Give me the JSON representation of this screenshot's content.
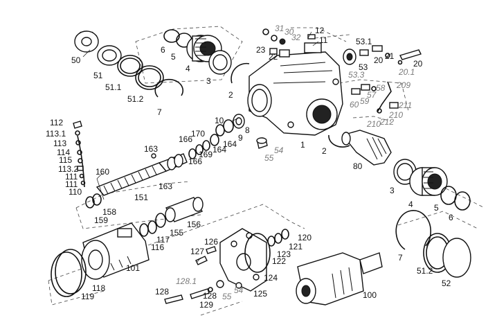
{
  "diagram": {
    "labels": [
      {
        "id": "l12",
        "text": "12",
        "style": "black"
      },
      {
        "id": "l11",
        "text": "11",
        "style": "black"
      },
      {
        "id": "l31",
        "text": "31",
        "style": "gray"
      },
      {
        "id": "l30",
        "text": "30",
        "style": "gray"
      },
      {
        "id": "l32",
        "text": "32",
        "style": "gray"
      },
      {
        "id": "l23",
        "text": "23",
        "style": "black"
      },
      {
        "id": "l22",
        "text": "22",
        "style": "black"
      },
      {
        "id": "l50",
        "text": "50",
        "style": "black"
      },
      {
        "id": "l51a",
        "text": "51",
        "style": "black"
      },
      {
        "id": "l511a",
        "text": "51.1",
        "style": "black"
      },
      {
        "id": "l512a",
        "text": "51.2",
        "style": "black"
      },
      {
        "id": "l7a",
        "text": "7",
        "style": "black"
      },
      {
        "id": "l6a",
        "text": "6",
        "style": "black"
      },
      {
        "id": "l5a",
        "text": "5",
        "style": "black"
      },
      {
        "id": "l4a",
        "text": "4",
        "style": "black"
      },
      {
        "id": "l3a",
        "text": "3",
        "style": "black"
      },
      {
        "id": "l2a",
        "text": "2",
        "style": "black"
      },
      {
        "id": "l531",
        "text": "53.1",
        "style": "black"
      },
      {
        "id": "l53",
        "text": "53",
        "style": "black"
      },
      {
        "id": "l533",
        "text": "53.3",
        "style": "gray"
      },
      {
        "id": "l21",
        "text": "21",
        "style": "black"
      },
      {
        "id": "l20a",
        "text": "20",
        "style": "black"
      },
      {
        "id": "l20b",
        "text": "20",
        "style": "black"
      },
      {
        "id": "l201",
        "text": "20.1",
        "style": "gray"
      },
      {
        "id": "l209",
        "text": "209",
        "style": "gray"
      },
      {
        "id": "l57",
        "text": "57",
        "style": "gray"
      },
      {
        "id": "l58",
        "text": "58",
        "style": "gray"
      },
      {
        "id": "l59",
        "text": "59",
        "style": "gray"
      },
      {
        "id": "l60",
        "text": "60",
        "style": "gray"
      },
      {
        "id": "l211",
        "text": "211",
        "style": "gray"
      },
      {
        "id": "l210a",
        "text": "210",
        "style": "gray"
      },
      {
        "id": "l210b",
        "text": "210",
        "style": "gray"
      },
      {
        "id": "l212",
        "text": "212",
        "style": "gray"
      },
      {
        "id": "l10",
        "text": "10",
        "style": "black"
      },
      {
        "id": "l8",
        "text": "8",
        "style": "black"
      },
      {
        "id": "l9",
        "text": "9",
        "style": "black"
      },
      {
        "id": "l170",
        "text": "170",
        "style": "black"
      },
      {
        "id": "l166a",
        "text": "166",
        "style": "black"
      },
      {
        "id": "l164a",
        "text": "164",
        "style": "black"
      },
      {
        "id": "l164b",
        "text": "164",
        "style": "black"
      },
      {
        "id": "l169",
        "text": "169",
        "style": "black"
      },
      {
        "id": "l166b",
        "text": "166",
        "style": "black"
      },
      {
        "id": "l163a",
        "text": "163",
        "style": "black"
      },
      {
        "id": "l163b",
        "text": "163",
        "style": "black"
      },
      {
        "id": "l1",
        "text": "1",
        "style": "black"
      },
      {
        "id": "l54a",
        "text": "54",
        "style": "gray"
      },
      {
        "id": "l55a",
        "text": "55",
        "style": "gray"
      },
      {
        "id": "l2b",
        "text": "2",
        "style": "black"
      },
      {
        "id": "l80",
        "text": "80",
        "style": "black"
      },
      {
        "id": "l112",
        "text": "112",
        "style": "black"
      },
      {
        "id": "l1131",
        "text": "113.1",
        "style": "black"
      },
      {
        "id": "l113",
        "text": "113",
        "style": "black"
      },
      {
        "id": "l114",
        "text": "114",
        "style": "black"
      },
      {
        "id": "l115",
        "text": "115",
        "style": "black"
      },
      {
        "id": "l1132",
        "text": "113.2",
        "style": "black"
      },
      {
        "id": "l111a",
        "text": "111",
        "style": "black"
      },
      {
        "id": "l111b",
        "text": "111",
        "style": "black"
      },
      {
        "id": "l110",
        "text": "110",
        "style": "black"
      },
      {
        "id": "l160",
        "text": "160",
        "style": "black"
      },
      {
        "id": "l158",
        "text": "158",
        "style": "black"
      },
      {
        "id": "l159",
        "text": "159",
        "style": "black"
      },
      {
        "id": "l151",
        "text": "151",
        "style": "black"
      },
      {
        "id": "l155",
        "text": "155",
        "style": "black"
      },
      {
        "id": "l156",
        "text": "156",
        "style": "black"
      },
      {
        "id": "l3b",
        "text": "3",
        "style": "black"
      },
      {
        "id": "l4b",
        "text": "4",
        "style": "black"
      },
      {
        "id": "l5b",
        "text": "5",
        "style": "black"
      },
      {
        "id": "l6b",
        "text": "6",
        "style": "black"
      },
      {
        "id": "l117",
        "text": "117",
        "style": "black"
      },
      {
        "id": "l116",
        "text": "116",
        "style": "black"
      },
      {
        "id": "l101",
        "text": "101",
        "style": "black"
      },
      {
        "id": "l118",
        "text": "118",
        "style": "black"
      },
      {
        "id": "l119",
        "text": "119",
        "style": "black"
      },
      {
        "id": "l126",
        "text": "126",
        "style": "black"
      },
      {
        "id": "l127",
        "text": "127",
        "style": "black"
      },
      {
        "id": "l120",
        "text": "120",
        "style": "black"
      },
      {
        "id": "l121",
        "text": "121",
        "style": "black"
      },
      {
        "id": "l123",
        "text": "123",
        "style": "black"
      },
      {
        "id": "l122",
        "text": "122",
        "style": "black"
      },
      {
        "id": "l124",
        "text": "124",
        "style": "black"
      },
      {
        "id": "l125",
        "text": "125",
        "style": "black"
      },
      {
        "id": "l1281",
        "text": "128.1",
        "style": "gray"
      },
      {
        "id": "l128a",
        "text": "128",
        "style": "black"
      },
      {
        "id": "l128b",
        "text": "128",
        "style": "black"
      },
      {
        "id": "l129",
        "text": "129",
        "style": "black"
      },
      {
        "id": "l54b",
        "text": "54",
        "style": "gray"
      },
      {
        "id": "l55b",
        "text": "55",
        "style": "gray"
      },
      {
        "id": "l100",
        "text": "100",
        "style": "black"
      },
      {
        "id": "l7b",
        "text": "7",
        "style": "black"
      },
      {
        "id": "l512b",
        "text": "51.2",
        "style": "black"
      },
      {
        "id": "l52",
        "text": "52",
        "style": "black"
      }
    ]
  }
}
